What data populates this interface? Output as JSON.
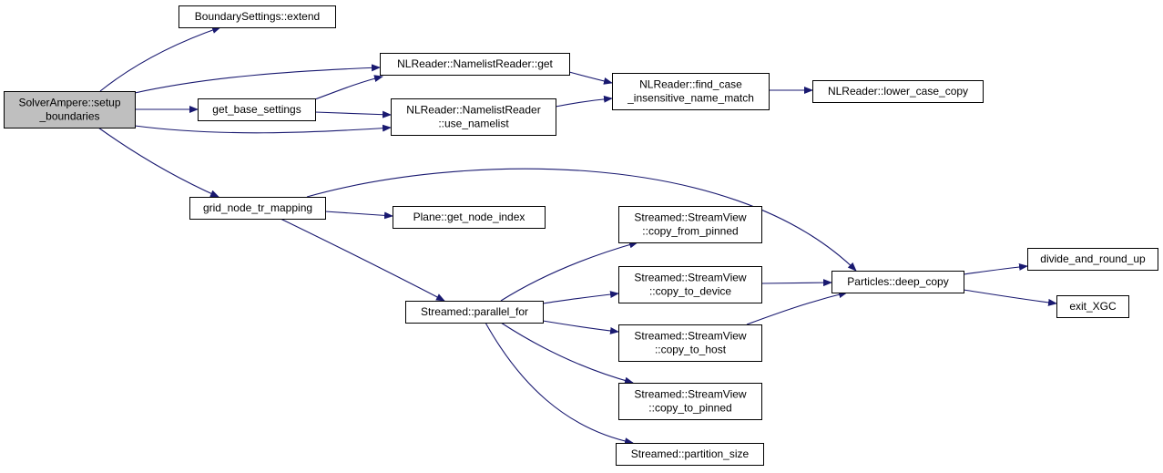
{
  "colors": {
    "edge": "#191970",
    "node_fill": "#ffffff",
    "root_fill": "#bfbfbf",
    "node_border": "#000000"
  },
  "nodes": {
    "n0": {
      "lines": [
        "SolverAmpere::setup",
        "_boundaries"
      ],
      "root": true
    },
    "n1": {
      "lines": [
        "BoundarySettings::extend"
      ]
    },
    "n2": {
      "lines": [
        "NLReader::NamelistReader::get"
      ]
    },
    "n3": {
      "lines": [
        "get_base_settings"
      ]
    },
    "n4": {
      "lines": [
        "NLReader::NamelistReader",
        "::use_namelist"
      ]
    },
    "n5": {
      "lines": [
        "NLReader::find_case",
        "_insensitive_name_match"
      ]
    },
    "n6": {
      "lines": [
        "NLReader::lower_case_copy"
      ]
    },
    "n7": {
      "lines": [
        "grid_node_tr_mapping"
      ]
    },
    "n8": {
      "lines": [
        "Plane::get_node_index"
      ]
    },
    "n9": {
      "lines": [
        "Streamed::StreamView",
        "::copy_from_pinned"
      ]
    },
    "n10": {
      "lines": [
        "Streamed::StreamView",
        "::copy_to_device"
      ]
    },
    "n11": {
      "lines": [
        "Streamed::parallel_for"
      ]
    },
    "n12": {
      "lines": [
        "Streamed::StreamView",
        "::copy_to_host"
      ]
    },
    "n13": {
      "lines": [
        "Streamed::StreamView",
        "::copy_to_pinned"
      ]
    },
    "n14": {
      "lines": [
        "Streamed::partition_size"
      ]
    },
    "n15": {
      "lines": [
        "Particles::deep_copy"
      ]
    },
    "n16": {
      "lines": [
        "divide_and_round_up"
      ]
    },
    "n17": {
      "lines": [
        "exit_XGC"
      ]
    }
  },
  "edges": [
    [
      "n0",
      "n1"
    ],
    [
      "n0",
      "n2"
    ],
    [
      "n0",
      "n3"
    ],
    [
      "n0",
      "n4"
    ],
    [
      "n0",
      "n7"
    ],
    [
      "n3",
      "n2"
    ],
    [
      "n3",
      "n4"
    ],
    [
      "n2",
      "n5"
    ],
    [
      "n4",
      "n5"
    ],
    [
      "n5",
      "n6"
    ],
    [
      "n7",
      "n15"
    ],
    [
      "n7",
      "n8"
    ],
    [
      "n7",
      "n11"
    ],
    [
      "n11",
      "n9"
    ],
    [
      "n11",
      "n10"
    ],
    [
      "n11",
      "n12"
    ],
    [
      "n11",
      "n13"
    ],
    [
      "n11",
      "n14"
    ],
    [
      "n10",
      "n15"
    ],
    [
      "n12",
      "n15"
    ],
    [
      "n15",
      "n16"
    ],
    [
      "n15",
      "n17"
    ]
  ]
}
